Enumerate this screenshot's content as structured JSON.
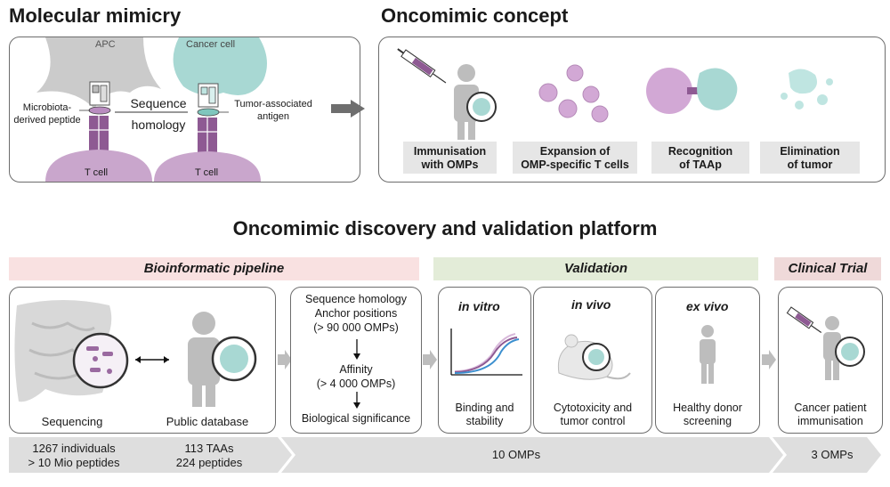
{
  "top": {
    "mimicry_title": "Molecular mimicry",
    "concept_title": "Oncomimic concept",
    "mimicry": {
      "apc": "APC",
      "cancer_cell": "Cancer cell",
      "microbiota_line1": "Microbiota-",
      "microbiota_line2": "derived peptide",
      "seq_line1": "Sequence",
      "seq_line2": "homology",
      "taa_line1": "Tumor-associated",
      "taa_line2": "antigen",
      "tcell_left": "T cell",
      "tcell_right": "T cell"
    },
    "concept_steps": [
      {
        "line1": "Immunisation",
        "line2": "with OMPs"
      },
      {
        "line1": "Expansion of",
        "line2": "OMP-specific T cells"
      },
      {
        "line1": "Recognition",
        "line2": "of TAAp"
      },
      {
        "line1": "Elimination",
        "line2": "of tumor"
      }
    ]
  },
  "platform": {
    "title": "Oncomimic discovery and validation platform",
    "bands": {
      "bioinformatic": "Bioinformatic pipeline",
      "validation": "Validation",
      "clinical": "Clinical Trial"
    },
    "sequencing": "Sequencing",
    "public_database": "Public database",
    "filter": {
      "l1": "Sequence homology",
      "l2": "Anchor positions",
      "l3": "(> 90 000 OMPs)",
      "l4": "Affinity",
      "l5": "(> 4 000 OMPs)",
      "l6": "Biological significance"
    },
    "invitro": {
      "title": "in vitro",
      "l1": "Binding and",
      "l2": "stability"
    },
    "invivo": {
      "title": "in vivo",
      "l1": "Cytotoxicity and",
      "l2": "tumor control"
    },
    "exvivo": {
      "title": "ex vivo",
      "l1": "Healthy donor",
      "l2": "screening"
    },
    "clinical": {
      "l1": "Cancer patient",
      "l2": "immunisation"
    },
    "bottom": {
      "a1": "1267 individuals",
      "a2": "> 10 Mio peptides",
      "b1": "113 TAAs",
      "b2": "224 peptides",
      "c": "10 OMPs",
      "d": "3 OMPs"
    }
  },
  "colors": {
    "pink_band": "#f9e1e1",
    "green_band": "#e3ecd8",
    "rose_band": "#efd9d9",
    "tcell": "#c9a6cc",
    "receptor": "#8e5a93",
    "apc": "#cbcbcb",
    "cancer": "#a8d8d3",
    "gray_arrow": "#dedede"
  }
}
